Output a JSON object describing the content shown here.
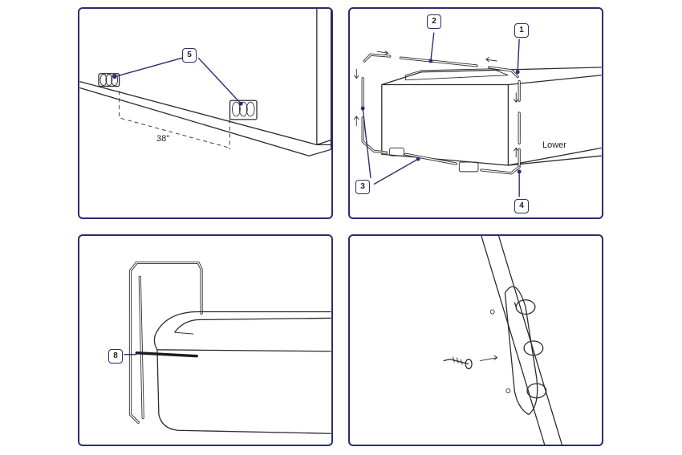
{
  "panels": {
    "one": {
      "callout": "5",
      "dimension": "38\""
    },
    "two": {
      "callouts": [
        "1",
        "2",
        "3",
        "4"
      ],
      "label": "Lower"
    },
    "three": {
      "callout": "8"
    },
    "four": {}
  },
  "colors": {
    "frame": "#2b2d6e",
    "line": "#2a2a2a"
  }
}
